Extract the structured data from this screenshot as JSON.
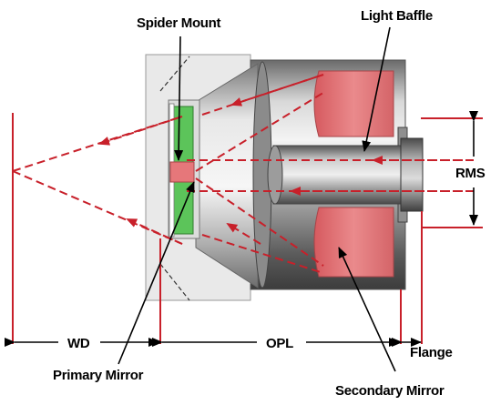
{
  "labels": {
    "spider_mount": "Spider Mount",
    "light_baffle": "Light Baffle",
    "rms": "RMS",
    "wd": "WD",
    "opl": "OPL",
    "flange": "Flange",
    "primary_mirror": "Primary Mirror",
    "secondary_mirror": "Secondary Mirror"
  },
  "colors": {
    "ray": "#c8202a",
    "mirror_pink": "#e6777a",
    "spider_green": "#5cc45a",
    "housing_gray": "#9a9a9a"
  }
}
